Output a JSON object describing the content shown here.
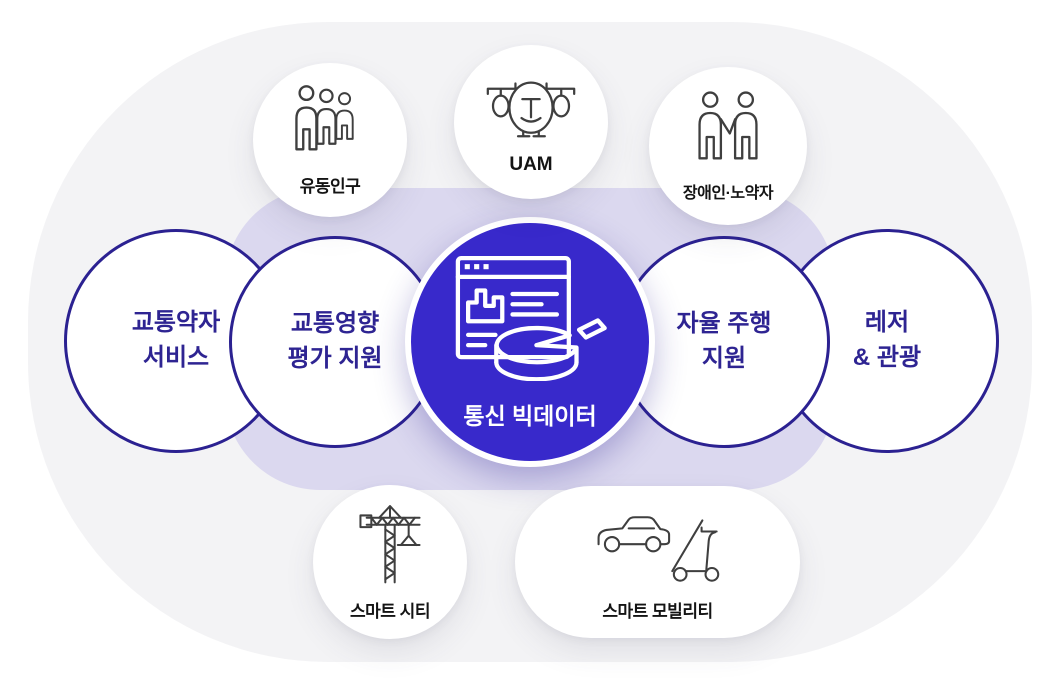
{
  "diagram": {
    "center": {
      "label": "통신 빅데이터",
      "icon": "analytics-dashboard-pie-icon",
      "fill_color": "#3829cb",
      "text_color": "#ffffff"
    },
    "middle_ring": [
      {
        "id": "mobility-disadvantaged-service",
        "line1": "교통약자",
        "line2": "서비스"
      },
      {
        "id": "traffic-impact-assessment",
        "line1": "교통영향",
        "line2": "평가 지원"
      },
      {
        "id": "autonomous-driving-support",
        "line1": "자율 주행",
        "line2": "지원"
      },
      {
        "id": "leisure-tourism",
        "line1": "레저",
        "line2": "& 관광"
      }
    ],
    "top_satellites": [
      {
        "label": "유동인구",
        "icon": "people-group-icon"
      },
      {
        "label": "UAM",
        "icon": "air-taxi-drone-icon"
      },
      {
        "label": "장애인·노약자",
        "icon": "helping-people-icon"
      }
    ],
    "bottom_satellites": [
      {
        "label": "스마트 시티",
        "icon": "tower-crane-icon"
      },
      {
        "label": "스마트 모빌리티",
        "icon": "car-and-scooter-icon"
      }
    ],
    "colors": {
      "outline_navy": "#2b2191",
      "ring_text_navy": "#2e2492",
      "center_blue": "#3829cb",
      "band_lavender": "#dbd8ef",
      "background_gray": "#f3f3f5",
      "icon_line_gray": "#3f3f3f",
      "satellite_label_dark": "#141414"
    }
  }
}
